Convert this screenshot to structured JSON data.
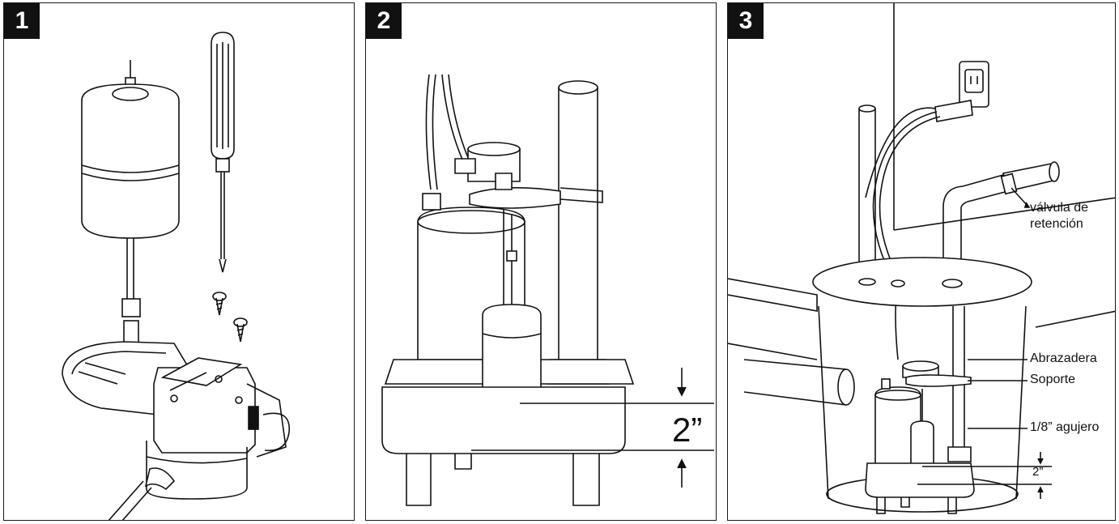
{
  "panels": [
    {
      "number": "1"
    },
    {
      "number": "2",
      "gap_label": "2”"
    },
    {
      "number": "3",
      "check_valve_line1": "válvula de",
      "check_valve_line2": "retención",
      "clamp_label": "Abrazadera",
      "bracket_label": "Soporte",
      "hole_label": "1/8” agujero",
      "gap_label": "2”"
    }
  ],
  "icons": [
    "screwdriver-icon",
    "screw-icon",
    "power-outlet-icon",
    "arrow-down-icon",
    "arrow-up-icon"
  ]
}
